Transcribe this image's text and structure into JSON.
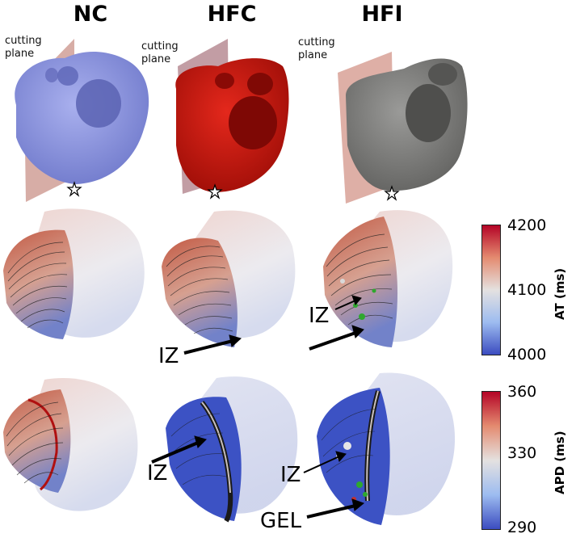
{
  "columns": [
    "NC",
    "HFC",
    "HFI"
  ],
  "plane_label": "cutting\nplane",
  "plane_label_lines": [
    "cutting",
    "plane"
  ],
  "annotations": {
    "iz": "IZ",
    "gel": "GEL"
  },
  "colorbars": {
    "at": {
      "title": "AT (ms)",
      "ticks": [
        "4200",
        "4100",
        "4000"
      ]
    },
    "apd": {
      "title": "APD (ms)",
      "ticks": [
        "360",
        "330",
        "290"
      ]
    }
  },
  "colors": {
    "nc_mesh": "#8e97e0",
    "hfc_mesh": "#c4120a",
    "hfi_mesh": "#7c7c7a",
    "plane": "#b76a5c",
    "scale_high": "#c0262a",
    "scale_mid": "#e8e4e2",
    "scale_low": "#3b4cc0",
    "scar": "#2ea82e"
  }
}
